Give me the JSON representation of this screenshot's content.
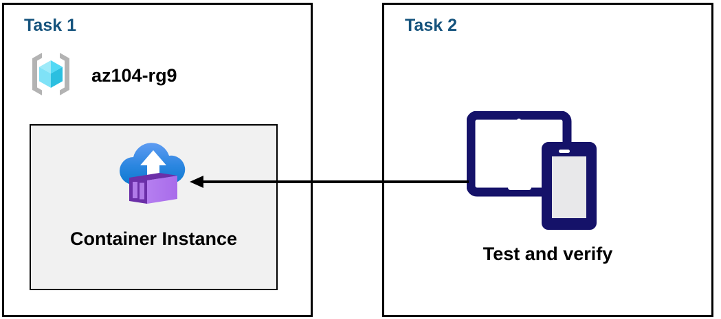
{
  "diagram": {
    "title": "Azure Container Instance task diagram",
    "background_color": "#ffffff",
    "panel_border_color": "#000000",
    "accent_title_color": "#15537d",
    "devices_color": "#151269",
    "arrow_color": "#000000"
  },
  "panels": [
    {
      "id": "task1",
      "title": "Task 1",
      "resource_group": {
        "icon": "azure-resource-group-icon",
        "name": "az104-rg9"
      },
      "resource_box": {
        "background_color": "#f1f1f1",
        "icon": "azure-container-instance-icon",
        "label": "Container Instance"
      }
    },
    {
      "id": "task2",
      "title": "Task 2",
      "devices": {
        "icon": "tablet-and-phone-icon",
        "label": "Test and verify"
      }
    }
  ],
  "connector": {
    "name": "arrow-task2-to-container-instance",
    "direction": "right-to-left",
    "from": "Test and verify",
    "to": "Container Instance"
  }
}
